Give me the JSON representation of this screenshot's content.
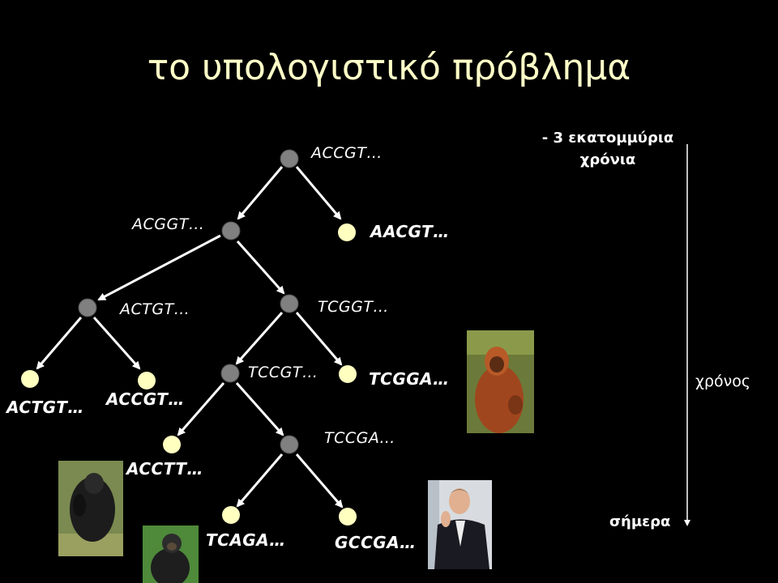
{
  "title": "το υπολογιστικό πρόβλημα",
  "timeline": {
    "top_line1": "- 3 εκατομμύρια",
    "top_line2": "χρόνια",
    "axis_label": "χρόνος",
    "bottom": "σήμερα"
  },
  "nodes": {
    "root": "ACCGT…",
    "n_acggt": "ACGGT…",
    "n_aacgt": "AACGT…",
    "n_actgt": "ACTGT…",
    "n_tcggt": "TCGGT…",
    "leaf_actgt": "ACTGT…",
    "leaf_accgt": "ACCGT…",
    "n_tccgt": "TCCGT…",
    "n_tcgga": "TCGGA…",
    "leaf_acctt": "ACCTT…",
    "n_tccga": "TCCGA…",
    "leaf_tcaga": "TCAGA…",
    "leaf_gccga": "GCCGA…"
  },
  "colors": {
    "internal_node": "#808080",
    "leaf_node": "#ffffc0",
    "edge": "#ffffff",
    "title": "#ffffc8"
  }
}
